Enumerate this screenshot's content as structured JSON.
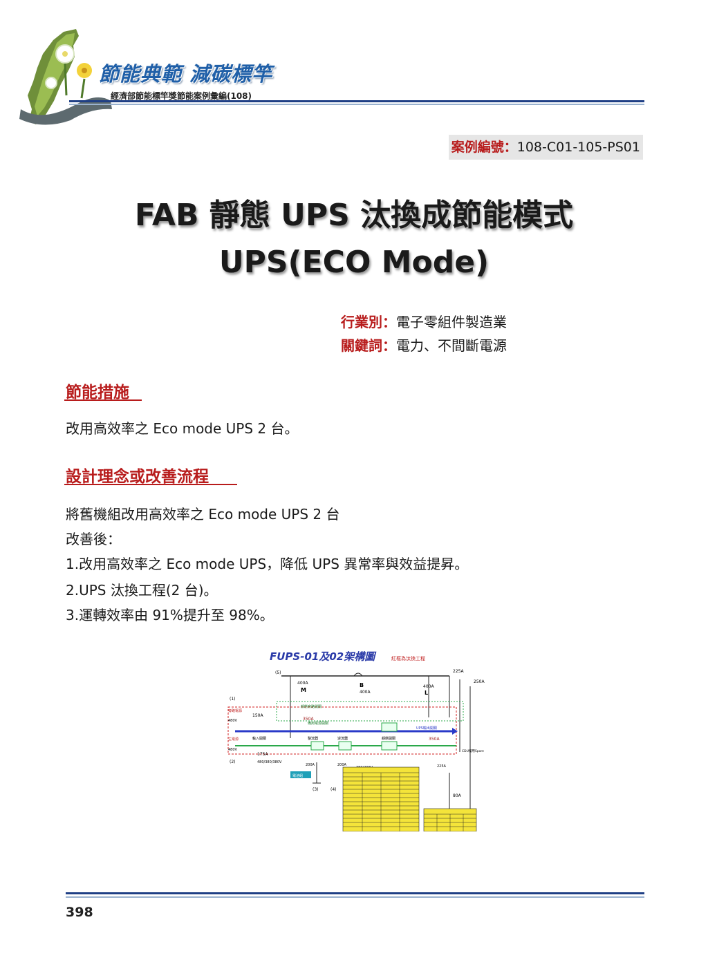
{
  "header": {
    "brand_title": "節能典範 減碳標竿",
    "brand_subtitle": "經濟部節能標竿獎節能案例彙編(108)"
  },
  "case": {
    "label": "案例編號：",
    "value": "108-C01-105-PS01"
  },
  "title": {
    "line1": "FAB 靜態 UPS 汰換成節能模式",
    "line2": "UPS(ECO Mode)"
  },
  "meta": {
    "industry_label": "行業別：",
    "industry_value": "電子零組件製造業",
    "keywords_label": "關鍵詞：",
    "keywords_value": "電力、不間斷電源"
  },
  "section1": {
    "heading": "節能措施",
    "text": "改用高效率之 Eco mode UPS 2 台。"
  },
  "section2": {
    "heading": "設計理念或改善流程",
    "lines": [
      "將舊機組改用高效率之 Eco mode UPS 2 台",
      "改善後：",
      "1.改用高效率之 Eco mode UPS，降低 UPS 異常率與效益提昇。",
      "2.UPS 汰換工程(2 台)。",
      "3.運轉效率由 91%提升至 98%。"
    ]
  },
  "figure": {
    "title": "FUPS-01及02架構圖",
    "note": "紅框為汰換工程",
    "labels": {
      "l5": "(5)",
      "l1": "(1)",
      "l2": "(2)",
      "l3": "(3)",
      "l4": "(4)",
      "a400m": "400A",
      "m": "M",
      "b": "B",
      "a400b": "400A",
      "a400l": "400A",
      "l": "L",
      "a225t": "225A",
      "a250": "250A",
      "bypass_src": "旁路電源",
      "v480": "480V",
      "a150": "150A",
      "main_src": "主電源",
      "v480b": "480V",
      "a175": "175A",
      "bypass_path": "靜態旁路開關",
      "a350a": "350A",
      "maint": "備用電源開關",
      "in_sw": "輸入開關",
      "rect": "整流器",
      "inv": "逆流器",
      "static_sw": "靜態開關",
      "ups_out": "UPS輸出開關",
      "a350b": "350A",
      "volt1": "480/380/380V",
      "a200a": "200A",
      "a200b": "200A",
      "volt2": "380/208V",
      "a225b": "225A",
      "spare": "CDU備用Spare",
      "battery": "電池組",
      "a80": "80A"
    }
  },
  "footer": {
    "page_number": "398"
  },
  "colors": {
    "accent_red": "#b81c1c",
    "rule_blue": "#1f3f85",
    "brand_blue": "#1f5fa8"
  }
}
